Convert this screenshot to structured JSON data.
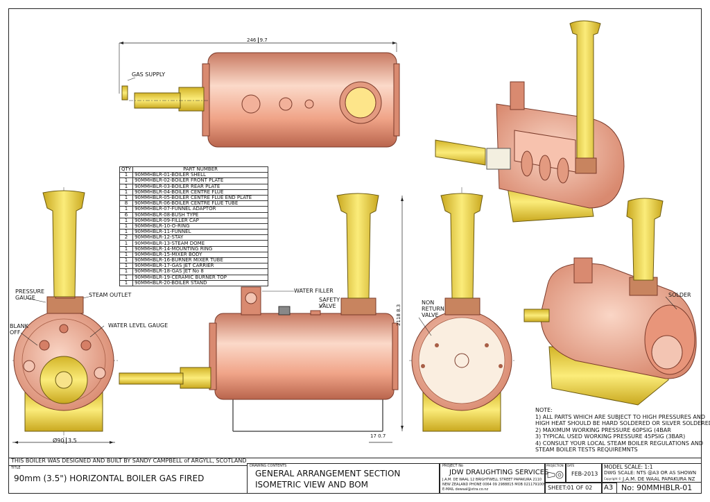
{
  "dimensions": {
    "overall_length": "246",
    "overall_length_in": "9.7",
    "height": "2118",
    "height_in": "8.3",
    "diameter": "Ø90",
    "diameter_in": "3.5",
    "stand_width": "17",
    "stand_width_in": "0.7"
  },
  "callouts": {
    "gas_supply": "GAS SUPPLY",
    "pressure_gauge": "PRESSURE\nGAUGE",
    "steam_outlet": "STEAM OUTLET",
    "blank_off": "BLANK\nOFF",
    "water_level_gauge": "WATER LEVEL GAUGE",
    "water_filler": "WATER FILLER",
    "safety_valve": "SAFETY\nVALVE",
    "non_return_valve": "NON\nRETURN\nVALVE",
    "solder": "SOLDER"
  },
  "bom": {
    "header_qty": "QTY",
    "header_part": "PART NUMBER",
    "rows": [
      {
        "qty": "1",
        "part": "90MMHBLR-01-BOILER SHELL"
      },
      {
        "qty": "1",
        "part": "90MMHBLR-02-BOILER FRONT PLATE"
      },
      {
        "qty": "1",
        "part": "90MMHBLR-03-BOILER REAR PLATE"
      },
      {
        "qty": "1",
        "part": "90MMHBLR-04-BOILER CENTRE FLUE"
      },
      {
        "qty": "1",
        "part": "90MMHBLR-05-BOILER CENTRE FLUE END PLATE"
      },
      {
        "qty": "8",
        "part": "90MMHBLR-06-BOILER CENTRE FLUE TUBE"
      },
      {
        "qty": "1",
        "part": "90MMHBLR-07-FUNNEL ADAPTOR"
      },
      {
        "qty": "6",
        "part": "90MMHBLR-08-BUSH TYPE"
      },
      {
        "qty": "1",
        "part": "90MMHBLR-09-FILLER CAP"
      },
      {
        "qty": "1",
        "part": "90MMHBLR-10-O-RING"
      },
      {
        "qty": "1",
        "part": "90MMHBLR-11-FUNNEL"
      },
      {
        "qty": "2",
        "part": "90MMHBLR-12-STAY"
      },
      {
        "qty": "1",
        "part": "90MMHBLR-13-STEAM DOME"
      },
      {
        "qty": "1",
        "part": "90MMHBLR-14-MOUNTING RING"
      },
      {
        "qty": "1",
        "part": "90MMHBLR-15-MIXER BODY"
      },
      {
        "qty": "1",
        "part": "90MMHBLR-16-BURNER MIXER TUBE"
      },
      {
        "qty": "1",
        "part": "90MMHBLR-17-GAS JET CARRIER"
      },
      {
        "qty": "1",
        "part": "90MMHBLR-18-GAS JET No 8"
      },
      {
        "qty": "1",
        "part": "90MMHBLR-19-CERAMIC BURNER TOP"
      },
      {
        "qty": "1",
        "part": "90MMHBLR-20-BOILER STAND"
      }
    ]
  },
  "notes": {
    "heading": "NOTE:",
    "text": "1) ALL PARTS WHICH ARE SUBJECT TO HIGH PRESSURES AND\nHIGH HEAT SHOULD BE HARD SOLDERED OR SILVER SOLDERED\n2) MAXIMUM WORKING PRESSURE 60PSIG (4BAR\n3) TYPICAL USED WORKING PRESSURE 45PSIG (3BAR)\n4) CONSULT YOUR LOCAL STEAM BOILER REGULATIONS AND\nSTEAM BOILER TESTS REQUIREMNTS"
  },
  "title_block": {
    "designed_by": "THIS BOILER WAS DESIGNED AND BUILT BY SANDY CAMPBELL of ARGYLL, SCOTLAND",
    "title_label": "TITLE",
    "title": "90mm (3.5\") HORIZONTAL BOILER GAS FIRED",
    "drawing_contents_label": "DRAWING CONTENTS",
    "drawing_contents_1": "GENERAL ARRANGEMENT SECTION",
    "drawing_contents_2": "ISOMETRIC VIEW AND BOM",
    "project_label": "PROJECT No",
    "company": "JDW DRAUGHTING SERVICES",
    "address_1": "J.A.M. DE WAAL  12 BRIGHTWELL STREET PAPAKURA 2110",
    "address_2": "NEW ZEALAND PHONE 0064 09 2988815  MOB 0211791009",
    "address_3": "E-MAIL  dewaal@xtra.co.nz",
    "projection_label": "PROJECTION",
    "date_label": "DATE",
    "date": "FEB-2013",
    "model_scale": "MODEL SCALE: 1:1",
    "dwg_scale": "DWG SCALE: NTS @A3 OR AS SHOWN",
    "copyright_label": "Copyright ©",
    "copyright": "J.A.M. DE WAAL  PAPAKURA NZ",
    "sheet": "SHEET:01 OF 02",
    "size": "A3",
    "drawing_no": "No: 90MMHBLR-01"
  },
  "colors": {
    "copper": "#e8957a",
    "copper_light": "#f6c8b4",
    "copper_dark": "#b86a52",
    "brass": "#f2dc4a",
    "brass_dark": "#c9a81f",
    "line": "#222222"
  }
}
